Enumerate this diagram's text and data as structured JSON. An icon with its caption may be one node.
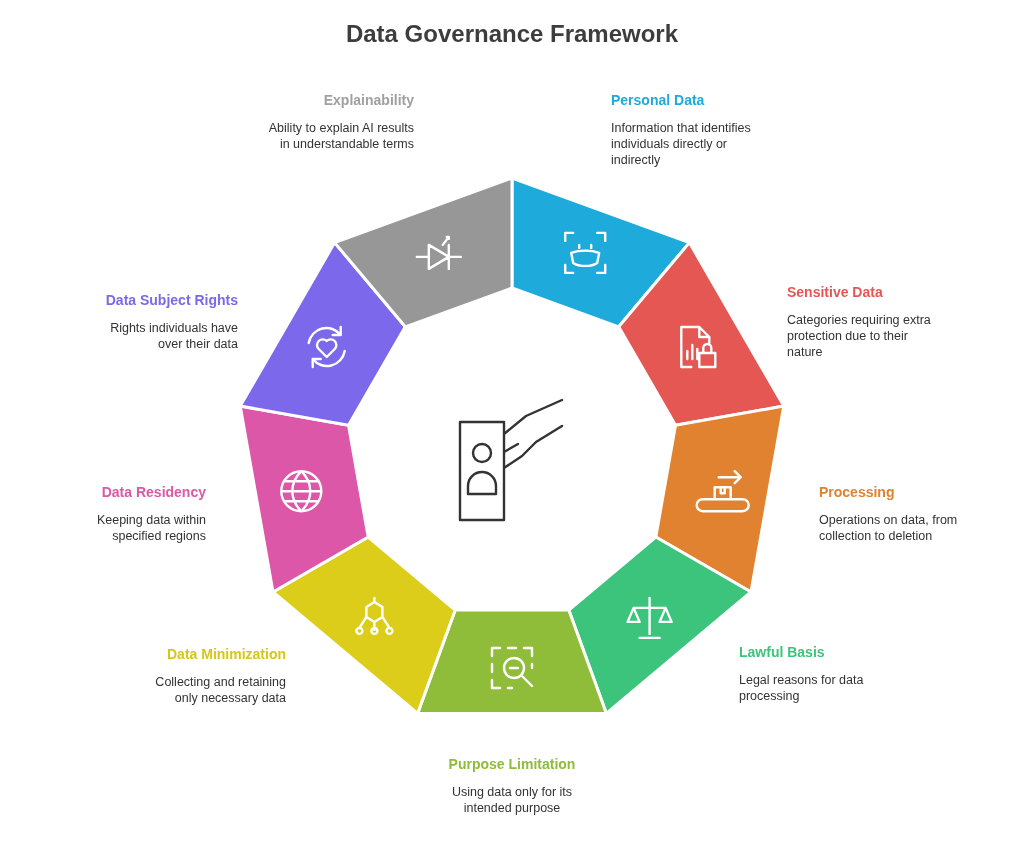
{
  "diagram": {
    "title": "Data Governance Framework",
    "nodes": [
      {
        "text": [
          "Personal Data",
          "Information that identifies individuals directly or indirectly"
        ]
      },
      {
        "text": [
          "Sensitive Data",
          "Categories requiring extra protection due to their nature"
        ]
      },
      {
        "text": [
          "Processing",
          "Operations on data, from collection to deletion"
        ]
      },
      {
        "text": [
          "Lawful Basis",
          "Legal reasons for data processing"
        ]
      },
      {
        "text": [
          "Purpose Limitation",
          "Using data only for its intended purpose"
        ]
      },
      {
        "text": [
          "Data Minimization",
          "Collecting and retaining only necessary data"
        ]
      },
      {
        "text": [
          "Data Residency",
          "Keeping data within specified regions"
        ]
      },
      {
        "text": [
          "Data Subject Rights",
          "Rights individuals have over their data"
        ]
      },
      {
        "text": [
          "Explainability",
          "Ability to explain AI results in understandable terms"
        ]
      }
    ]
  }
}
